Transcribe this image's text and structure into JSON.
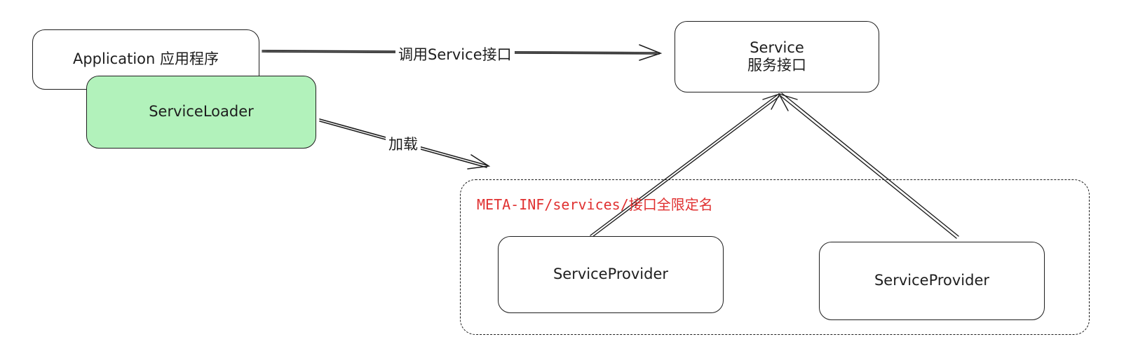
{
  "nodes": {
    "application": {
      "label": "Application 应用程序"
    },
    "service": {
      "line1": "Service",
      "line2": "服务接口"
    },
    "service_loader": {
      "label": "ServiceLoader",
      "fill_color": "#b2f2bb"
    },
    "provider_1": {
      "label": "ServiceProvider"
    },
    "provider_2": {
      "label": "ServiceProvider"
    }
  },
  "edges": {
    "call": {
      "label": "调用Service接口",
      "from": "application",
      "to": "service"
    },
    "load": {
      "label": "加载",
      "from": "service_loader",
      "to": "meta_inf_group"
    },
    "implements_1": {
      "from": "provider_1",
      "to": "service"
    },
    "implements_2": {
      "from": "provider_2",
      "to": "service"
    }
  },
  "group": {
    "title": "META-INF/services/接口全限定名",
    "title_color": "#e03131"
  }
}
